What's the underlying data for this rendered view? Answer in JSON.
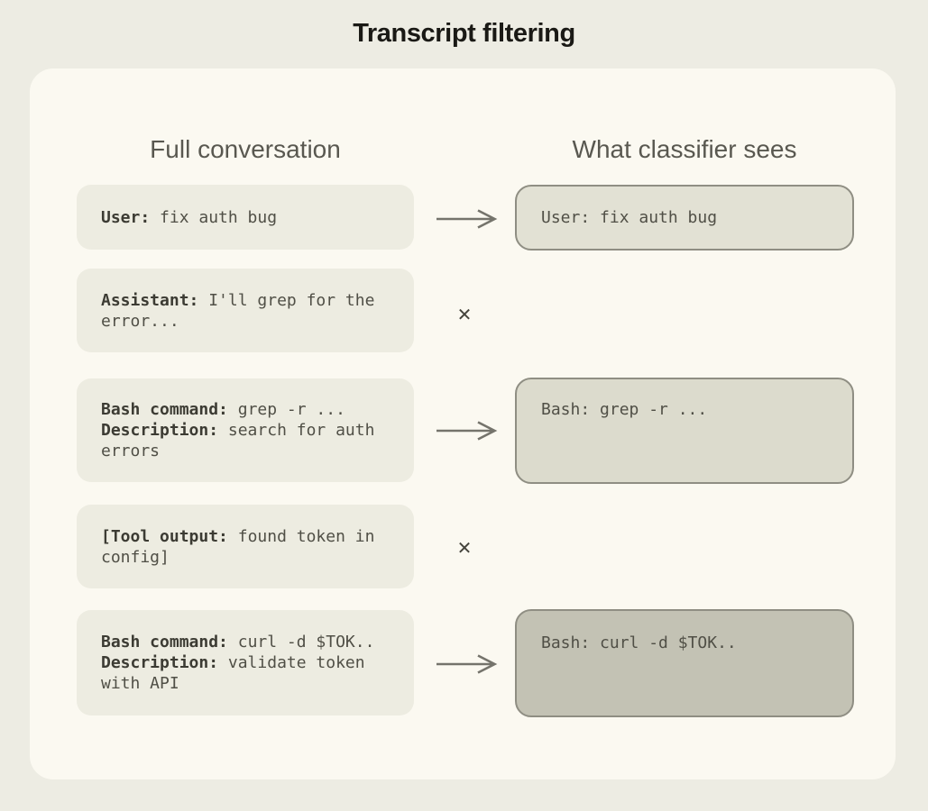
{
  "title": "Transcript filtering",
  "columns": {
    "left": "Full conversation",
    "right": "What classifier sees"
  },
  "rows": [
    {
      "left": {
        "label": "User:",
        "text": " fix auth bug"
      },
      "connector": "arrow",
      "right": {
        "text": "User: fix auth bug",
        "shade": "light"
      }
    },
    {
      "left": {
        "label": "Assistant:",
        "text": " I'll grep for the error..."
      },
      "connector": "filtered"
    },
    {
      "left": {
        "lines": [
          {
            "label": "Bash command:",
            "text": " grep -r ..."
          },
          {
            "label": "Description:",
            "text": " search for auth errors"
          }
        ]
      },
      "connector": "arrow",
      "right": {
        "text": "Bash: grep -r ...",
        "shade": "medium"
      }
    },
    {
      "left": {
        "label": "[Tool output:",
        "text": " found token in config]"
      },
      "connector": "filtered"
    },
    {
      "left": {
        "lines": [
          {
            "label": "Bash command:",
            "text": " curl -d $TOK.."
          },
          {
            "label": "Description:",
            "text": " validate token with API"
          }
        ]
      },
      "connector": "arrow",
      "right": {
        "text": "Bash: curl -d $TOK..",
        "shade": "dark"
      }
    }
  ],
  "icons": {
    "arrow": "long-right-arrow",
    "filtered": "x-mark",
    "x_glyph": "✕"
  },
  "colors": {
    "background": "#edece3",
    "panel": "#fbf9f1",
    "left_box": "#edece1",
    "right_box_light": "#e2e1d4",
    "right_box_medium": "#dcdbcd",
    "right_box_dark": "#c3c2b4",
    "box_border": "#8f8e83",
    "arrow": "#75746c",
    "title_text": "#1a1915",
    "heading_text": "#595850",
    "mono_text": "#504f46",
    "mono_label_text": "#3c3b33"
  }
}
